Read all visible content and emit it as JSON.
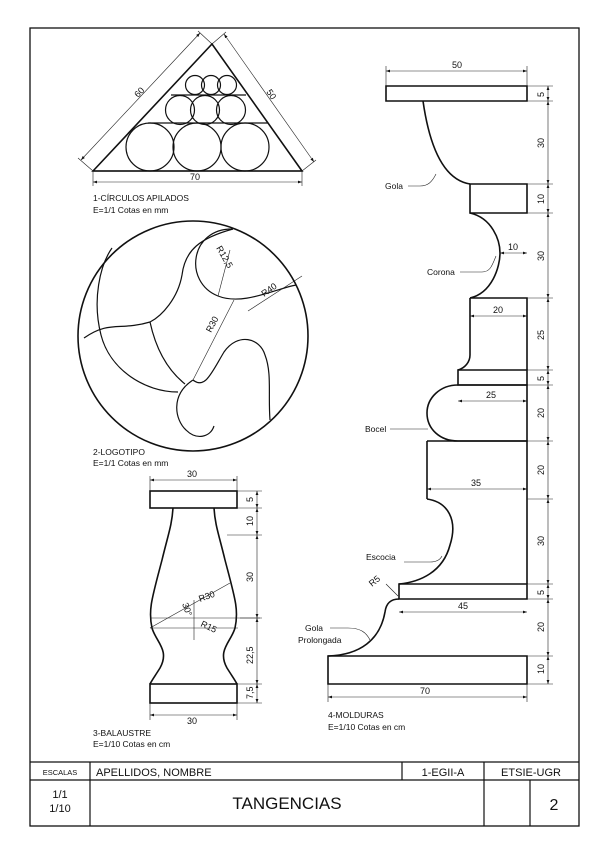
{
  "figures": {
    "circulos": {
      "title": "1-CÍRCULOS APILADOS",
      "subtitle": "E=1/1   Cotas en mm",
      "dims": {
        "left_side": "60",
        "right_side": "50",
        "base": "70"
      }
    },
    "logotipo": {
      "title": "2-LOGOTIPO",
      "subtitle": "E=1/1   Cotas en mm",
      "dims": {
        "r_small": "R12,5",
        "r_large": "R40",
        "r_mid": "R30"
      }
    },
    "balaustre": {
      "title": "3-BALAUSTRE",
      "subtitle": "E=1/10  Cotas en cm",
      "dims": {
        "top_width": "30",
        "bottom_width": "30",
        "h1": "5",
        "h2": "10",
        "h3": "30",
        "h4": "22,5",
        "h5": "7,5",
        "r30": "R30",
        "r15": "R15",
        "angle": "30°"
      }
    },
    "molduras": {
      "title": "4-MOLDURAS",
      "subtitle": "E=1/10  Cotas en cm",
      "labels": {
        "gola": "Gola",
        "corona": "Corona",
        "bocel": "Bocel",
        "escocia": "Escocia",
        "gola_prolongada_1": "Gola",
        "gola_prolongada_2": "Prolongada"
      },
      "dims": {
        "w_top": "50",
        "w_corona": "10",
        "w_20": "20",
        "w_25": "25",
        "w_35": "35",
        "w_45": "45",
        "w_70": "70",
        "r5": "R5",
        "v": [
          "5",
          "30",
          "10",
          "30",
          "25",
          "5",
          "20",
          "20",
          "30",
          "5",
          "20",
          "10"
        ]
      }
    }
  },
  "title_block": {
    "escalas_label": "ESCALAS",
    "name_field": "APELLIDOS, NOMBRE",
    "group": "1-EGII-A",
    "school": "ETSIE-UGR",
    "scale_1": "1/1",
    "scale_2": "1/10",
    "sheet_title": "TANGENCIAS",
    "sheet_number": "2"
  }
}
